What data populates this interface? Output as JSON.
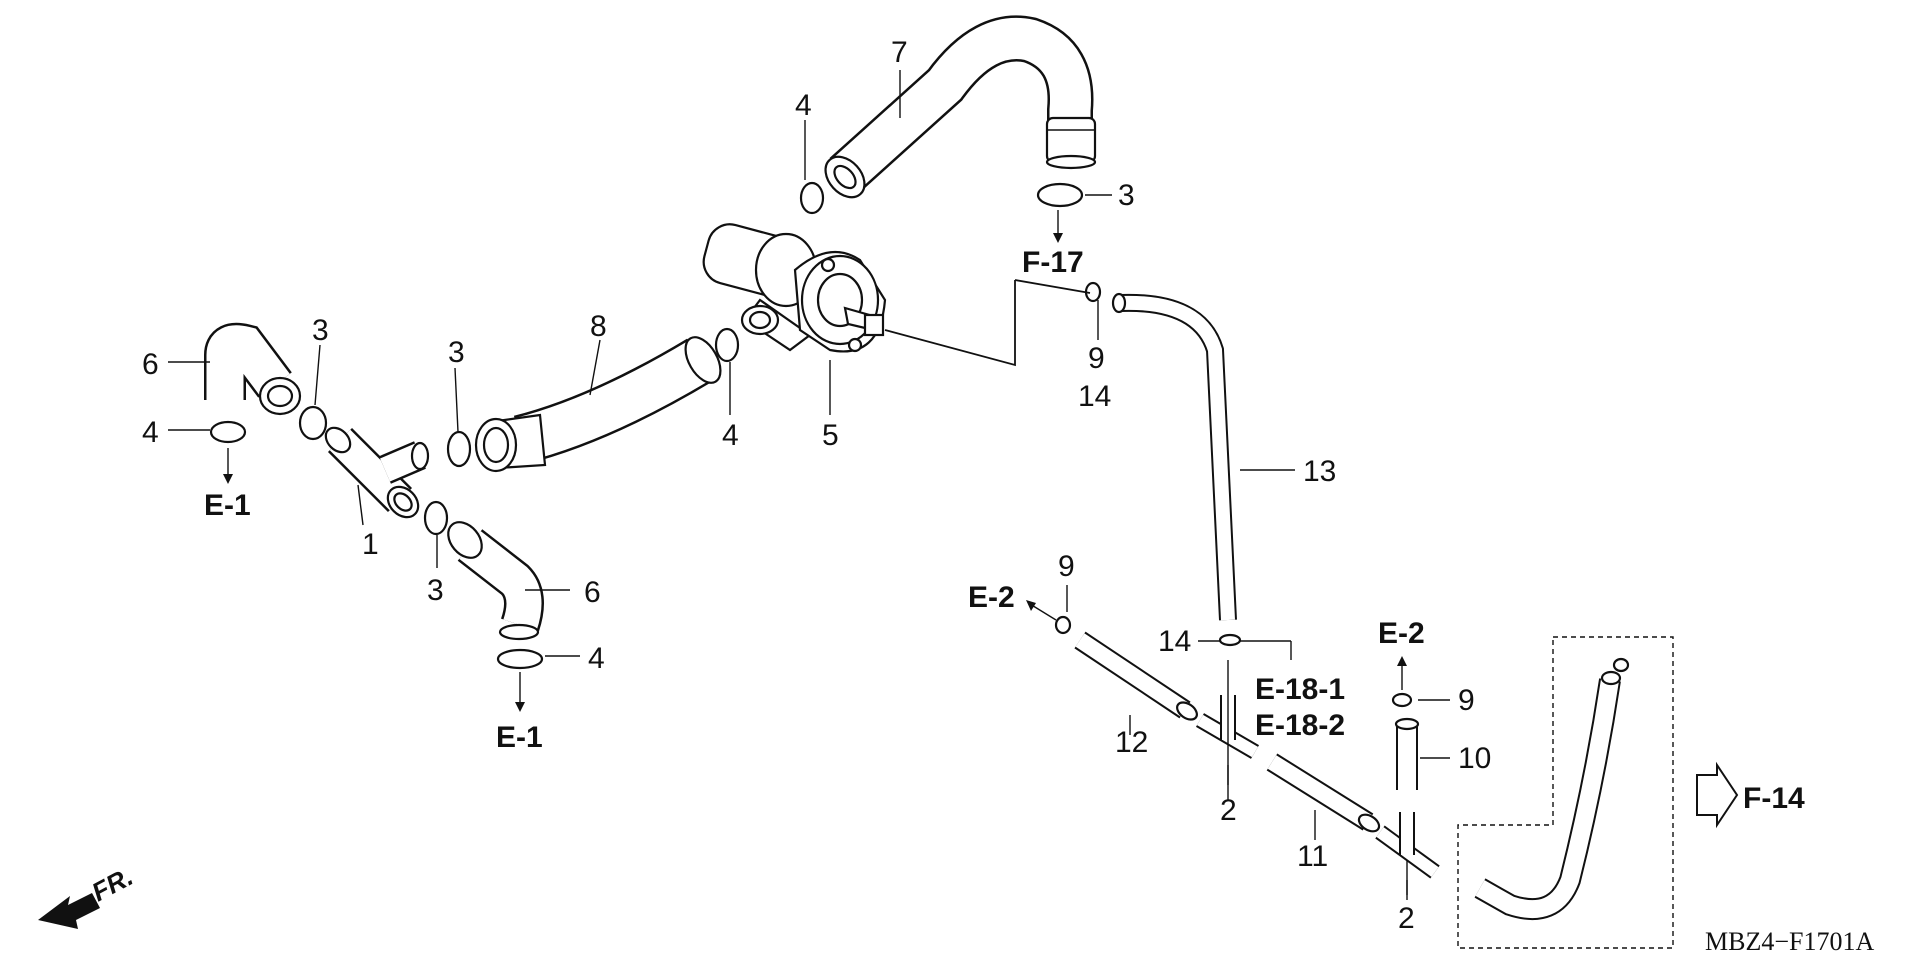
{
  "callouts": {
    "c1": "1",
    "c2a": "2",
    "c2b": "2",
    "c3a": "3",
    "c3b": "3",
    "c3c": "3",
    "c3d": "3",
    "c4a": "4",
    "c4b": "4",
    "c4c": "4",
    "c4d": "4",
    "c5": "5",
    "c6a": "6",
    "c6b": "6",
    "c7": "7",
    "c8": "8",
    "c9a": "9",
    "c9b": "9",
    "c9c": "9",
    "c10": "10",
    "c11": "11",
    "c12": "12",
    "c13": "13",
    "c14a": "14",
    "c14b": "14"
  },
  "references": {
    "e1_left": "E-1",
    "e1_bottom": "E-1",
    "e2_left": "E-2",
    "e2_right": "E-2",
    "e18_1": "E-18-1",
    "e18_2": "E-18-2",
    "f17": "F-17",
    "f14": "F-14"
  },
  "direction_label": "FR.",
  "drawing_code": "MBZ4−F1701A"
}
